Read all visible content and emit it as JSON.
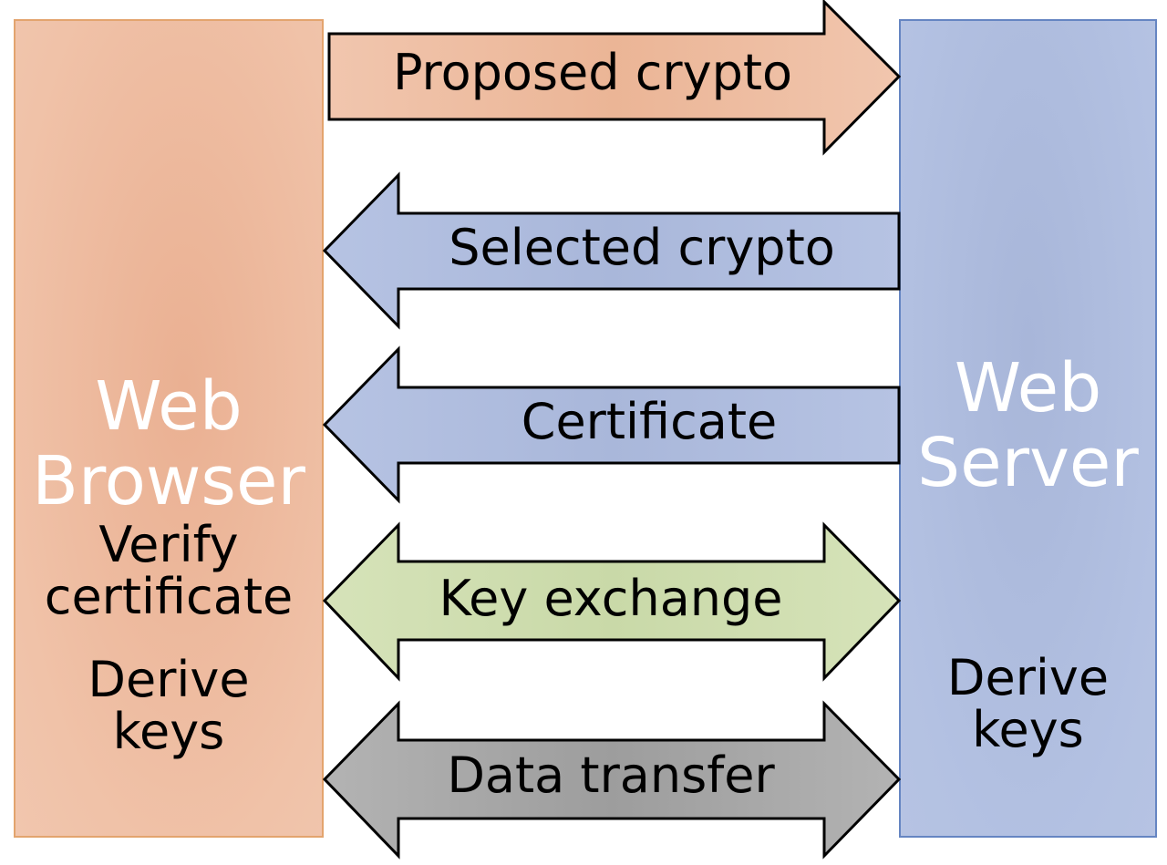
{
  "browser": {
    "title_line1": "Web",
    "title_line2": "Browser",
    "note1_line1": "Verify",
    "note1_line2": "certificate",
    "note2_line1": "Derive",
    "note2_line2": "keys",
    "color": "#f0c2a8"
  },
  "server": {
    "title_line1": "Web",
    "title_line2": "Server",
    "note1_line1": "Derive",
    "note1_line2": "keys",
    "color": "#b3c1e2"
  },
  "messages": [
    {
      "label": "Proposed crypto",
      "direction": "right",
      "color": "#efbea2"
    },
    {
      "label": "Selected crypto",
      "direction": "left",
      "color": "#b3c0e2"
    },
    {
      "label": "Certificate",
      "direction": "left",
      "color": "#b3c0e2"
    },
    {
      "label": "Key exchange",
      "direction": "both",
      "color": "#d2e0b4"
    },
    {
      "label": "Data transfer",
      "direction": "both",
      "color": "#acacac"
    }
  ]
}
